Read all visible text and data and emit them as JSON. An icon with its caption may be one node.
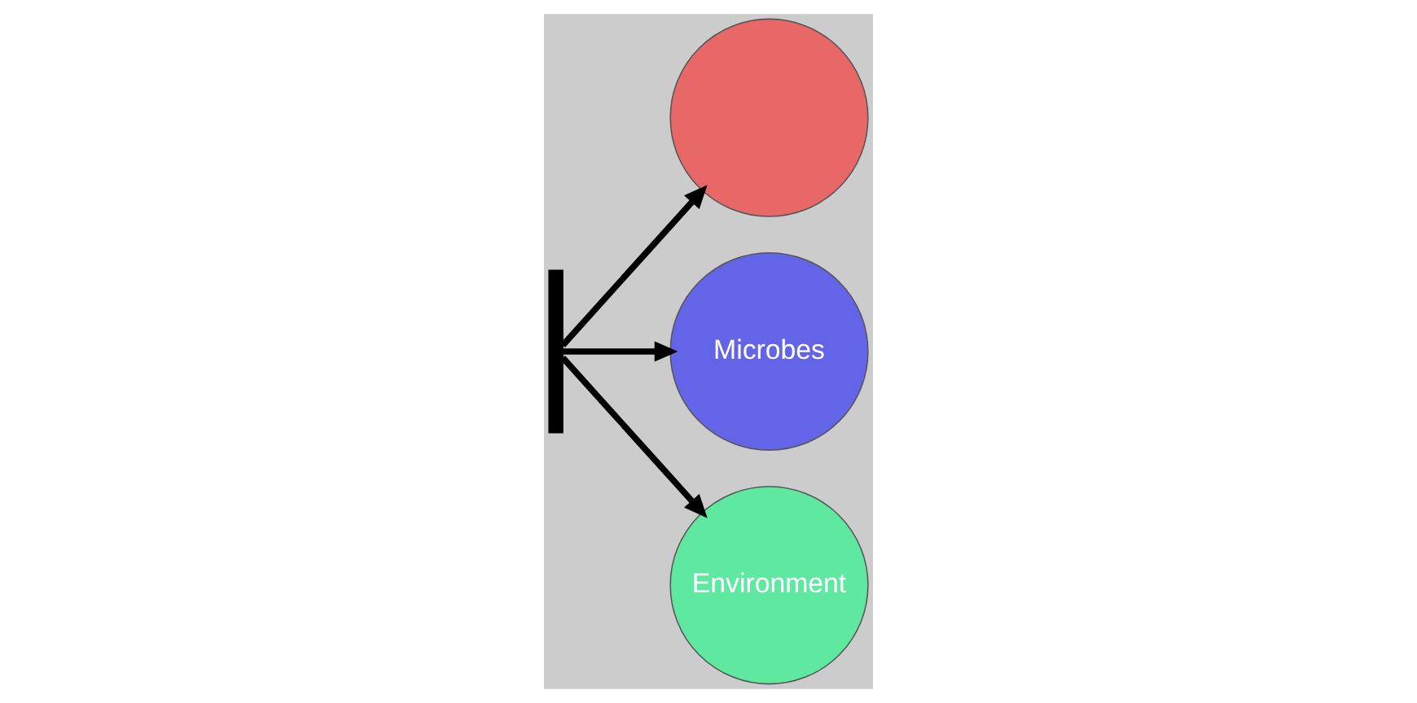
{
  "diagram": {
    "nodes": [
      {
        "text": [],
        "shape": "bracket"
      },
      {
        "text": [],
        "shape": "circle"
      },
      {
        "text": [
          "Microbes"
        ]
      },
      {
        "text": [
          "Environment"
        ]
      }
    ],
    "edges": [
      {
        "from": 0,
        "to": 1,
        "arrow": "to"
      },
      {
        "from": 0,
        "to": 2,
        "arrow": "to"
      },
      {
        "from": 0,
        "to": 3,
        "arrow": "to"
      }
    ]
  }
}
